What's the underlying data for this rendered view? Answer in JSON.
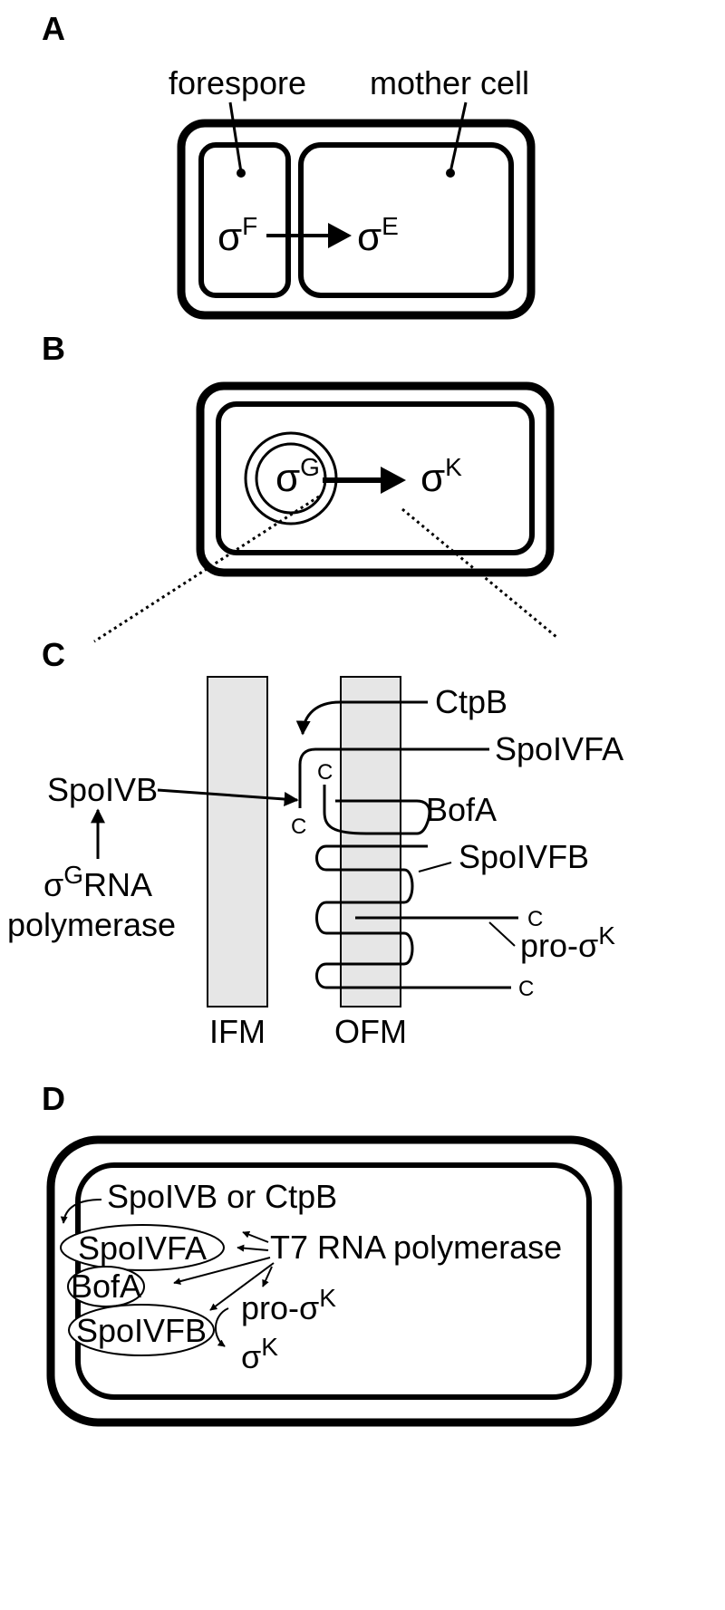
{
  "panels": {
    "a": "A",
    "b": "B",
    "c": "C",
    "d": "D"
  },
  "panel_a": {
    "forespore": "forespore",
    "mother_cell": "mother cell",
    "sigma_f": {
      "symbol": "σ",
      "sup": "F"
    },
    "sigma_e": {
      "symbol": "σ",
      "sup": "E"
    }
  },
  "panel_b": {
    "sigma_g": {
      "symbol": "σ",
      "sup": "G"
    },
    "sigma_k": {
      "symbol": "σ",
      "sup": "K"
    }
  },
  "panel_c": {
    "ctpb": "CtpB",
    "spoivfa": "SpoIVFA",
    "spoivb": "SpoIVB",
    "bofa": "BofA",
    "spoivfb": "SpoIVFB",
    "c_terminus": "C",
    "pro_sigma_k": {
      "prefix": "pro-",
      "symbol": "σ",
      "sup": "K"
    },
    "sigma_g_rnap": {
      "symbol": "σ",
      "sup": "G",
      "rest": "RNA"
    },
    "polymerase": "polymerase",
    "ifm": "IFM",
    "ofm": "OFM"
  },
  "panel_d": {
    "spoivb_or_ctpb": "SpoIVB or CtpB",
    "spoivfa": "SpoIVFA",
    "t7_rnap": "T7 RNA polymerase",
    "bofa": "BofA",
    "pro_sigma_k": {
      "prefix": "pro-",
      "symbol": "σ",
      "sup": "K"
    },
    "spoivfb": "SpoIVFB",
    "sigma_k": {
      "symbol": "σ",
      "sup": "K"
    }
  }
}
